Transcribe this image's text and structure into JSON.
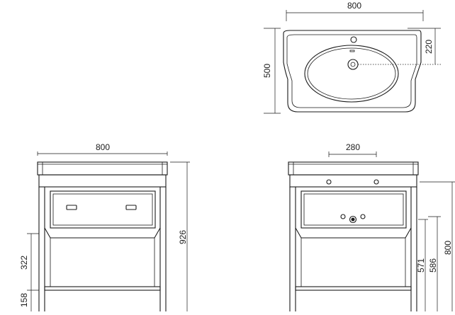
{
  "plan_view": {
    "width_label": "800",
    "depth_label": "500",
    "tap_offset_label": "220"
  },
  "front_view": {
    "width_label": "800",
    "height_label": "926",
    "drawer_height_label": "322",
    "shelf_height_label": "158"
  },
  "side_view": {
    "tap_spacing_label": "280",
    "height_a_label": "571",
    "height_b_label": "586",
    "height_c_label": "800"
  }
}
